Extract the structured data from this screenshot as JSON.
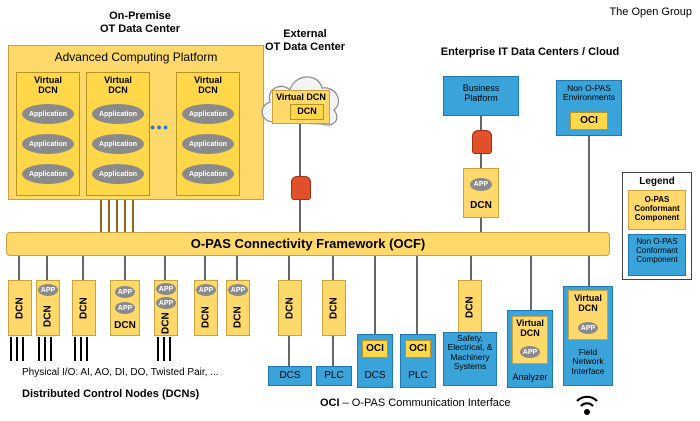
{
  "brand": "The Open Group",
  "onprem": {
    "title_line1": "On-Premise",
    "title_line2": "OT Data Center",
    "platform": "Advanced Computing Platform"
  },
  "vdcn": {
    "label_line1": "Virtual",
    "label_line2": "DCN",
    "app": "Application",
    "ellipsis": "●●●"
  },
  "external": {
    "title_line1": "External",
    "title_line2": "OT Data Center",
    "virtual_dcn": "Virtual DCN",
    "dcn": "DCN"
  },
  "enterprise": {
    "title": "Enterprise IT Data Centers / Cloud",
    "business_line1": "Business",
    "business_line2": "Platform",
    "non_opas_line1": "Non O-PAS",
    "non_opas_line2": "Environments",
    "oci": "OCI",
    "app": "APP",
    "dcn": "DCN"
  },
  "legend": {
    "title": "Legend",
    "conformant": "O-PAS Conformant Component",
    "non_conformant": "Non O-PAS Conformant Component"
  },
  "ocf": {
    "label": "O-PAS Connectivity Framework (OCF)"
  },
  "nodes": {
    "dcn": "DCN",
    "app": "APP",
    "oci": "OCI",
    "dcs": "DCS",
    "plc": "PLC",
    "safety": "Safety, Electrical, & Machinery Systems",
    "analyzer": "Analyzer",
    "virtual_line1": "Virtual",
    "virtual_line2": "DCN",
    "field": "Field Network Interface"
  },
  "footer": {
    "physical_io": "Physical I/O: AI, AO, DI, DO, Twisted Pair, ...",
    "dcns": "Distributed Control Nodes (DCNs)",
    "oci_bold": "OCI",
    "oci_desc": " – O-PAS Communication Interface"
  },
  "colors": {
    "yellow": "#fcd96a",
    "blue": "#3aa3da",
    "firewall": "#e0502a"
  }
}
